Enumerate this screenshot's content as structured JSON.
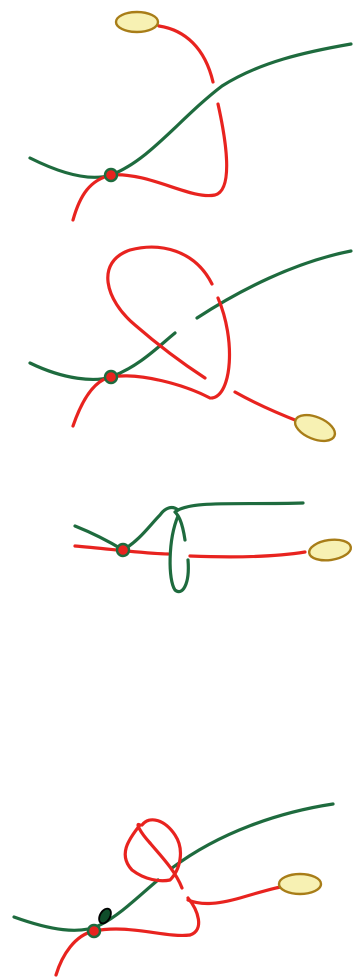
{
  "colors": {
    "green": "#1e6b3e",
    "red": "#e8231f",
    "tab_fill": "#f7f1b3",
    "tab_stroke": "#a87d18",
    "dark_green": "#0f4d2a",
    "background": "#ffffff"
  },
  "panels": [
    {
      "step": 1,
      "elements": [
        "green-line",
        "red-line",
        "joint-dot",
        "tab-oval"
      ]
    },
    {
      "step": 2,
      "elements": [
        "green-line",
        "red-loop",
        "joint-dot",
        "tab-oval"
      ]
    },
    {
      "step": 3,
      "elements": [
        "green-loop",
        "red-line",
        "joint-dot",
        "tab-oval"
      ]
    },
    {
      "step": 4,
      "elements": [
        "green-line",
        "red-loop",
        "joint-dot",
        "second-dot",
        "tab-oval"
      ]
    }
  ]
}
